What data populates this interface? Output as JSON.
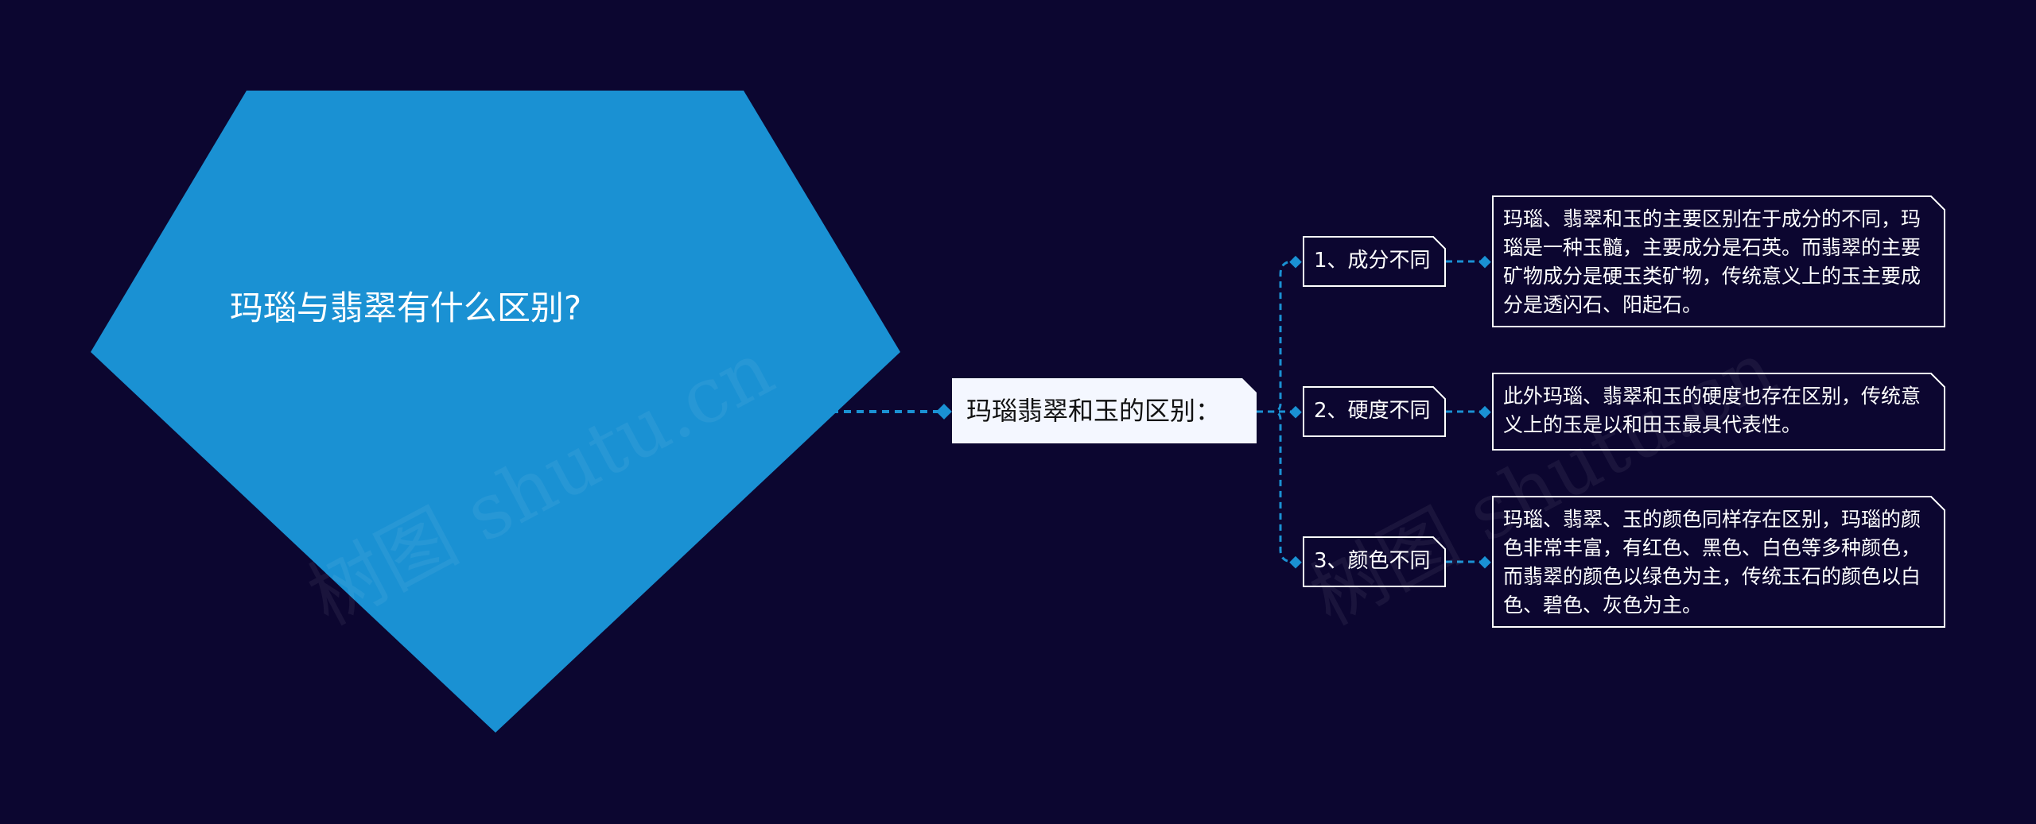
{
  "root": {
    "title": "玛瑙与翡翠有什么区别?",
    "color": "#1a91d3"
  },
  "main": {
    "label": "玛瑙翡翠和玉的区别："
  },
  "branches": [
    {
      "label": "1、成分不同",
      "detail": "玛瑙、翡翠和玉的主要区别在于成分的不同，玛瑙是一种玉髓，主要成分是石英。而翡翠的主要矿物成分是硬玉类矿物，传统意义上的玉主要成分是透闪石、阳起石。"
    },
    {
      "label": "2、硬度不同",
      "detail": "此外玛瑙、翡翠和玉的硬度也存在区别，传统意义上的玉是以和田玉最具代表性。"
    },
    {
      "label": "3、颜色不同",
      "detail": "玛瑙、翡翠、玉的颜色同样存在区别，玛瑙的颜色非常丰富，有红色、黑色、白色等多种颜色，而翡翠的颜色以绿色为主，传统玉石的颜色以白色、碧色、灰色为主。"
    }
  ],
  "watermark": "树图 shutu.cn",
  "colors": {
    "background": "#0c0630",
    "connector": "#1a91d3",
    "node_fill": "#f4f7ff",
    "text": "#ffffff"
  }
}
